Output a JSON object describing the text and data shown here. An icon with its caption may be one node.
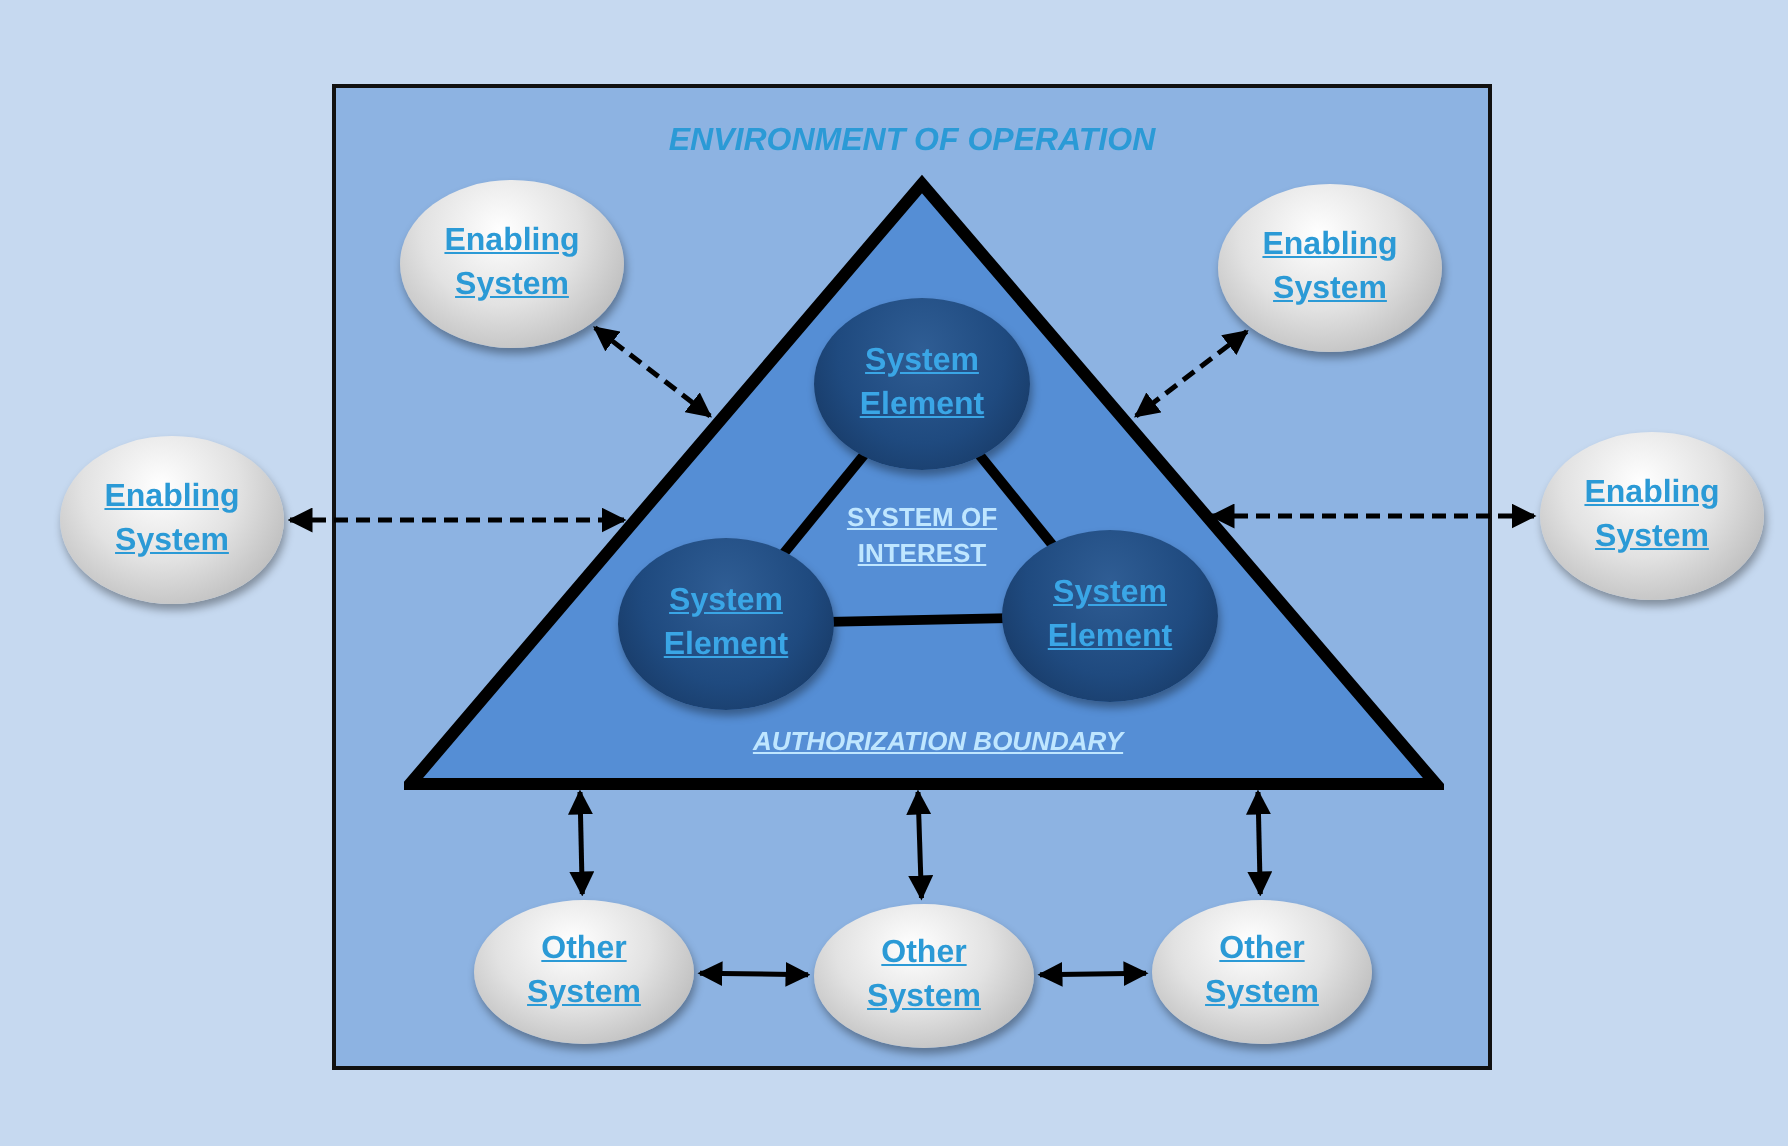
{
  "diagram": {
    "nodes": [
      {
        "text": [
          "ENVIRONMENT OF OPERATION"
        ]
      },
      {
        "text": [
          "SYSTEM OF INTEREST",
          "AUTHORIZATION BOUNDARY"
        ],
        "in": 0
      },
      {
        "text": [
          "System Element"
        ],
        "in": 1
      },
      {
        "text": [
          "System Element"
        ],
        "in": 1
      },
      {
        "text": [
          "System Element"
        ],
        "in": 1
      },
      {
        "text": [
          "Enabling System"
        ],
        "in": 0
      },
      {
        "text": [
          "Enabling System"
        ],
        "in": 0
      },
      {
        "text": [
          "Enabling System"
        ]
      },
      {
        "text": [
          "Enabling System"
        ]
      },
      {
        "text": [
          "Other System"
        ],
        "in": 0
      },
      {
        "text": [
          "Other System"
        ],
        "in": 0
      },
      {
        "text": [
          "Other System"
        ],
        "in": 0
      }
    ],
    "edges": [
      {
        "from": 2,
        "to": 3,
        "arrow": "none",
        "style": "thick"
      },
      {
        "from": 2,
        "to": 4,
        "arrow": "none",
        "style": "thick"
      },
      {
        "from": 3,
        "to": 4,
        "arrow": "none",
        "style": "thick"
      },
      {
        "from": 5,
        "to": 1,
        "arrow": "both",
        "style": "dashed"
      },
      {
        "from": 6,
        "to": 1,
        "arrow": "both",
        "style": "dashed"
      },
      {
        "from": 7,
        "to": 1,
        "arrow": "both",
        "style": "dashed"
      },
      {
        "from": 8,
        "to": 1,
        "arrow": "both",
        "style": "dashed"
      },
      {
        "from": 1,
        "to": 9,
        "arrow": "both"
      },
      {
        "from": 1,
        "to": 10,
        "arrow": "both"
      },
      {
        "from": 1,
        "to": 11,
        "arrow": "both"
      },
      {
        "from": 9,
        "to": 10,
        "arrow": "both"
      },
      {
        "from": 10,
        "to": 11,
        "arrow": "both"
      }
    ]
  }
}
